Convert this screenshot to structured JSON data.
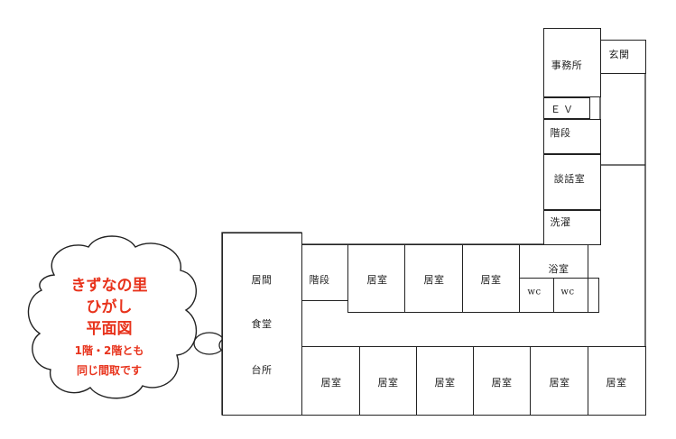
{
  "callout": {
    "title_line1": "きずなの里",
    "title_line2": "ひがし",
    "title_line3": "平面図",
    "note_line1": "1階・2階とも",
    "note_line2": "同じ間取です",
    "text_color": "#e8331c"
  },
  "rooms": {
    "office": "事務所",
    "entrance": "玄関",
    "elevator": "ＥＶ",
    "stairs_north": "階段",
    "lounge": "談話室",
    "laundry": "洗濯",
    "bath": "浴室",
    "wc_1": "wc",
    "wc_2": "wc",
    "living": "居間",
    "dining": "食堂",
    "kitchen": "台所",
    "stairs_west": "階段",
    "bedroom": "居室"
  }
}
